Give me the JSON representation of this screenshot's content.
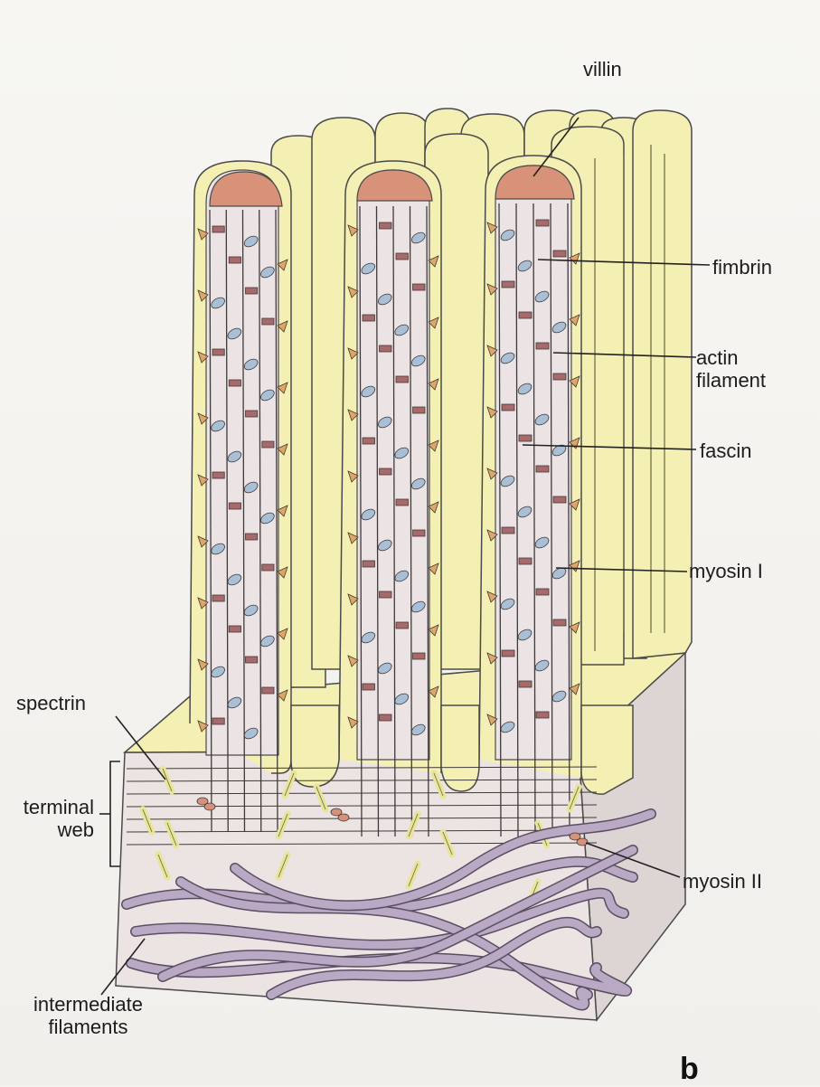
{
  "labels": {
    "villin": "villin",
    "fimbrin": "fimbrin",
    "actin_filament_line1": "actin",
    "actin_filament_line2": "filament",
    "fascin": "fascin",
    "myosin_i": "myosin I",
    "spectrin": "spectrin",
    "terminal_web_line1": "terminal",
    "terminal_web_line2": "web",
    "myosin_ii": "myosin II",
    "intermediate_filaments_line1": "intermediate",
    "intermediate_filaments_line2": "filaments"
  },
  "panel_letter": "b",
  "colors": {
    "membrane": "#f4efb2",
    "membrane_edge": "#c9c27a",
    "villin_cap": "#d9927a",
    "core": "#ece4e4",
    "fimbrin": "#a9bfd6",
    "fascin": "#a8696a",
    "myosin_i": "#e0a668",
    "cell_body": "#ebe4e2",
    "spectrin": "#e8e49a",
    "intermediate_filament": "#b9a9c4"
  }
}
